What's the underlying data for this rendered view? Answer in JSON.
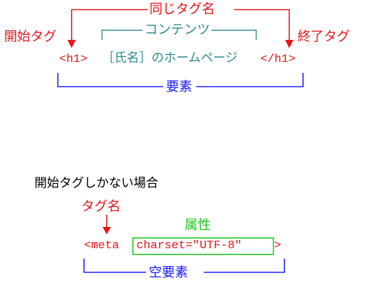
{
  "colors": {
    "red": "#e8141a",
    "blue": "#1a1aff",
    "teal": "#2f8c8c",
    "green": "#1ac81a",
    "black": "#000000"
  },
  "example1": {
    "same_tag_name": "同じタグ名",
    "start_tag_label": "開始タグ",
    "end_tag_label": "終了タグ",
    "contents_label": "コンテンツ",
    "start_tag": "<h1>",
    "content": "［氏名］のホームページ",
    "end_tag": "</h1>",
    "element_label": "要素"
  },
  "example2": {
    "heading": "開始タグしかない場合",
    "tag_name_label": "タグ名",
    "attribute_label": "属性",
    "code_tag": "<meta",
    "code_attribute": "charset=\"UTF-8\"",
    "code_close": ">",
    "empty_element_label": "空要素"
  }
}
